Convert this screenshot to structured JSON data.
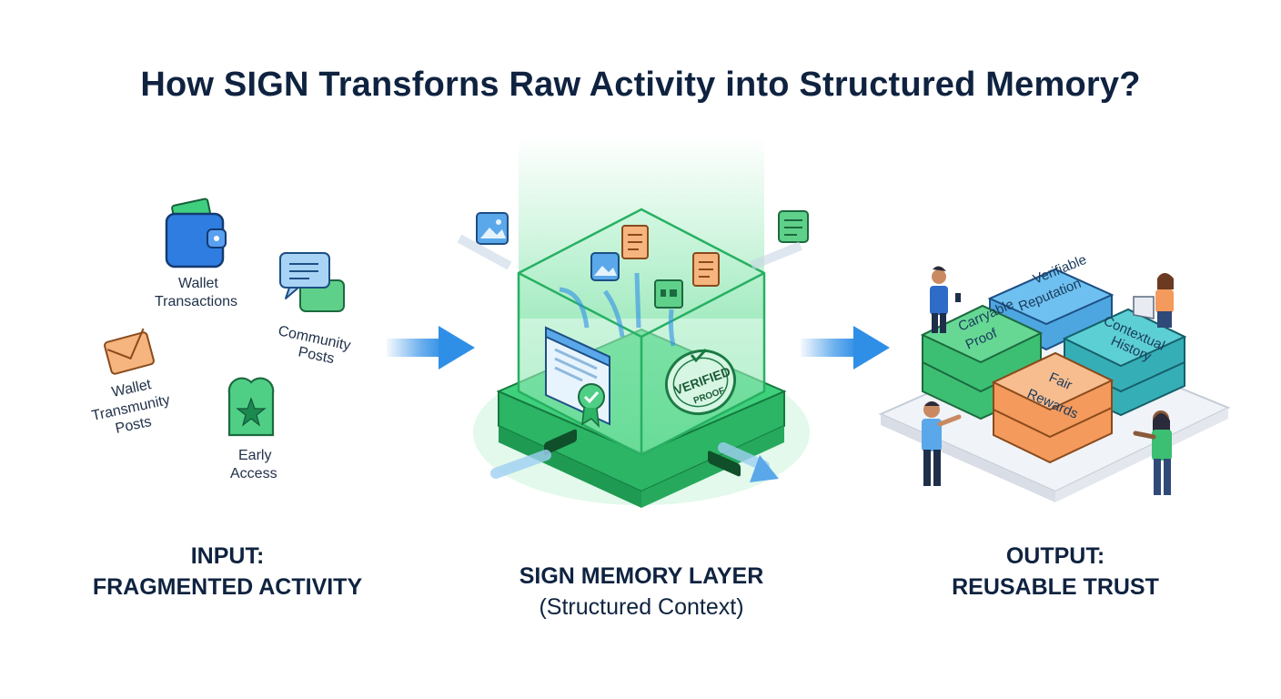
{
  "title": "How SIGN Transforns Raw Activity into Structured Memory?",
  "input": {
    "caption_line1": "INPUT:",
    "caption_line2": "FRAGMENTED ACTIVITY",
    "items": {
      "wallet_transactions": [
        "Wallet",
        "Transactions"
      ],
      "community_posts": [
        "Community",
        "Posts"
      ],
      "wallet_transmunity": [
        "Wallet",
        "Transmunity",
        "Posts"
      ],
      "early_access": [
        "Early",
        "Access"
      ]
    }
  },
  "memory_layer": {
    "caption_line1": "SIGN MEMORY LAYER",
    "caption_line2": "(Structured Context)",
    "stamp_text": [
      "VERIFIED",
      "PROOF"
    ]
  },
  "output": {
    "caption_line1": "OUTPUT:",
    "caption_line2": "REUSABLE TRUST",
    "tiles": {
      "verifiable_reputation": [
        "Verifiable",
        "Reputation"
      ],
      "carryable_proof": [
        "Carryable",
        "Proof"
      ],
      "contextual_history": [
        "Contextual",
        "History"
      ],
      "fair_rewards": [
        "Fair",
        "Rewards"
      ]
    }
  },
  "colors": {
    "title": "#0f2340",
    "arrow_blue": "#2f8fe6",
    "cube_green": "#2bbf6a",
    "tile_blue": "#5fb6ea",
    "tile_green": "#5fd08a",
    "tile_teal": "#4ec3c9",
    "tile_orange": "#f6a870"
  },
  "icons": [
    "wallet-icon",
    "chat-icon",
    "envelope-icon",
    "star-badge-icon",
    "image-icon",
    "document-icon",
    "certificate-icon",
    "verified-stamp-icon"
  ]
}
